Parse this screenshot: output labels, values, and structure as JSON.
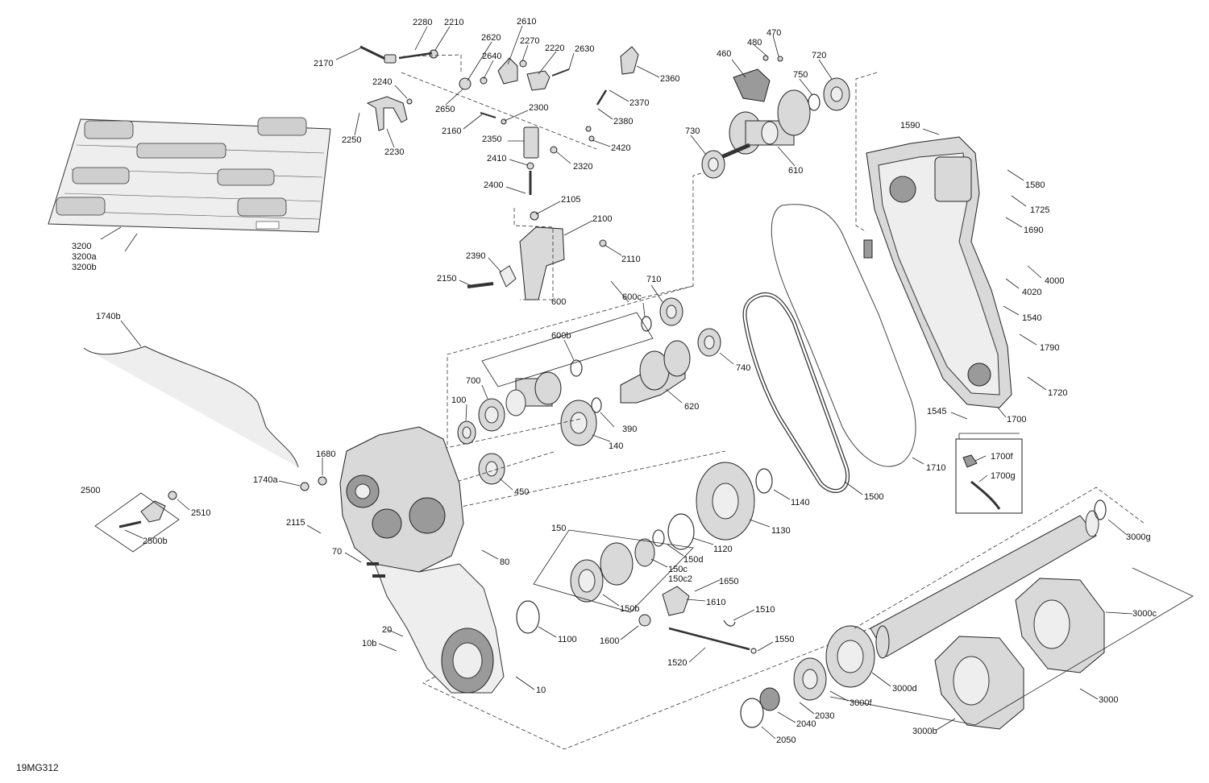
{
  "figure_id": "19MG312",
  "labels": [
    {
      "id": "l2280",
      "text": "2280"
    },
    {
      "id": "l2210",
      "text": "2210"
    },
    {
      "id": "l2610",
      "text": "2610"
    },
    {
      "id": "l2170",
      "text": "2170"
    },
    {
      "id": "l2620",
      "text": "2620"
    },
    {
      "id": "l2270",
      "text": "2270"
    },
    {
      "id": "l2640",
      "text": "2640"
    },
    {
      "id": "l2220",
      "text": "2220"
    },
    {
      "id": "l2630",
      "text": "2630"
    },
    {
      "id": "l2240",
      "text": "2240"
    },
    {
      "id": "l2650",
      "text": "2650"
    },
    {
      "id": "l2250",
      "text": "2250"
    },
    {
      "id": "l2230",
      "text": "2230"
    },
    {
      "id": "l2160",
      "text": "2160"
    },
    {
      "id": "l2300",
      "text": "2300"
    },
    {
      "id": "l2360",
      "text": "2360"
    },
    {
      "id": "l2370",
      "text": "2370"
    },
    {
      "id": "l2380",
      "text": "2380"
    },
    {
      "id": "l2420",
      "text": "2420"
    },
    {
      "id": "l2350",
      "text": "2350"
    },
    {
      "id": "l2320",
      "text": "2320"
    },
    {
      "id": "l2410",
      "text": "2410"
    },
    {
      "id": "l2400",
      "text": "2400"
    },
    {
      "id": "l2105",
      "text": "2105"
    },
    {
      "id": "l2100",
      "text": "2100"
    },
    {
      "id": "l2110",
      "text": "2110"
    },
    {
      "id": "l2390",
      "text": "2390"
    },
    {
      "id": "l2150",
      "text": "2150"
    },
    {
      "id": "l460",
      "text": "460"
    },
    {
      "id": "l480",
      "text": "480"
    },
    {
      "id": "l470",
      "text": "470"
    },
    {
      "id": "l720",
      "text": "720"
    },
    {
      "id": "l750",
      "text": "750"
    },
    {
      "id": "l730",
      "text": "730"
    },
    {
      "id": "l610",
      "text": "610"
    },
    {
      "id": "l1590",
      "text": "1590"
    },
    {
      "id": "l1580",
      "text": "1580"
    },
    {
      "id": "l1725",
      "text": "1725"
    },
    {
      "id": "l1690",
      "text": "1690"
    },
    {
      "id": "l4000",
      "text": "4000"
    },
    {
      "id": "l4020",
      "text": "4020"
    },
    {
      "id": "l1540",
      "text": "1540"
    },
    {
      "id": "l1790",
      "text": "1790"
    },
    {
      "id": "l1720",
      "text": "1720"
    },
    {
      "id": "l1545",
      "text": "1545"
    },
    {
      "id": "l1700",
      "text": "1700"
    },
    {
      "id": "l1700f",
      "text": "1700f"
    },
    {
      "id": "l1700g",
      "text": "1700g"
    },
    {
      "id": "l1710",
      "text": "1710"
    },
    {
      "id": "l1500",
      "text": "1500"
    },
    {
      "id": "l3200",
      "text": "3200"
    },
    {
      "id": "l3200a",
      "text": "3200a"
    },
    {
      "id": "l3200b",
      "text": "3200b"
    },
    {
      "id": "l1740b",
      "text": "1740b"
    },
    {
      "id": "l600",
      "text": "600"
    },
    {
      "id": "l710",
      "text": "710"
    },
    {
      "id": "l600c",
      "text": "600c"
    },
    {
      "id": "l600b",
      "text": "600b"
    },
    {
      "id": "l740",
      "text": "740"
    },
    {
      "id": "l700",
      "text": "700"
    },
    {
      "id": "l620",
      "text": "620"
    },
    {
      "id": "l100",
      "text": "100"
    },
    {
      "id": "l390",
      "text": "390"
    },
    {
      "id": "l140",
      "text": "140"
    },
    {
      "id": "l1680",
      "text": "1680"
    },
    {
      "id": "l1740a",
      "text": "1740a"
    },
    {
      "id": "l450",
      "text": "450"
    },
    {
      "id": "l1140",
      "text": "1140"
    },
    {
      "id": "l2500",
      "text": "2500"
    },
    {
      "id": "l2510",
      "text": "2510"
    },
    {
      "id": "l2500b",
      "text": "2500b"
    },
    {
      "id": "l2115",
      "text": "2115"
    },
    {
      "id": "l150",
      "text": "150"
    },
    {
      "id": "l1130",
      "text": "1130"
    },
    {
      "id": "l1120",
      "text": "1120"
    },
    {
      "id": "l150d",
      "text": "150d"
    },
    {
      "id": "l70",
      "text": "70"
    },
    {
      "id": "l80",
      "text": "80"
    },
    {
      "id": "l150c",
      "text": "150c"
    },
    {
      "id": "l150c2",
      "text": "150c2"
    },
    {
      "id": "l1650",
      "text": "1650"
    },
    {
      "id": "l150b",
      "text": "150b"
    },
    {
      "id": "l1610",
      "text": "1610"
    },
    {
      "id": "l1510",
      "text": "1510"
    },
    {
      "id": "l3000g",
      "text": "3000g"
    },
    {
      "id": "l1100",
      "text": "1100"
    },
    {
      "id": "l1600",
      "text": "1600"
    },
    {
      "id": "l1550",
      "text": "1550"
    },
    {
      "id": "l20",
      "text": "20"
    },
    {
      "id": "l10b",
      "text": "10b"
    },
    {
      "id": "l1520",
      "text": "1520"
    },
    {
      "id": "l3000c",
      "text": "3000c"
    },
    {
      "id": "l3000d",
      "text": "3000d"
    },
    {
      "id": "l10",
      "text": "10"
    },
    {
      "id": "l3000f",
      "text": "3000f"
    },
    {
      "id": "l3000",
      "text": "3000"
    },
    {
      "id": "l2030",
      "text": "2030"
    },
    {
      "id": "l2040",
      "text": "2040"
    },
    {
      "id": "l3000b",
      "text": "3000b"
    },
    {
      "id": "l2050",
      "text": "2050"
    }
  ],
  "colors": {
    "ink": "#222222",
    "part_fill": "#d9d9d9",
    "part_dark": "#9a9a9a",
    "background": "#ffffff"
  }
}
